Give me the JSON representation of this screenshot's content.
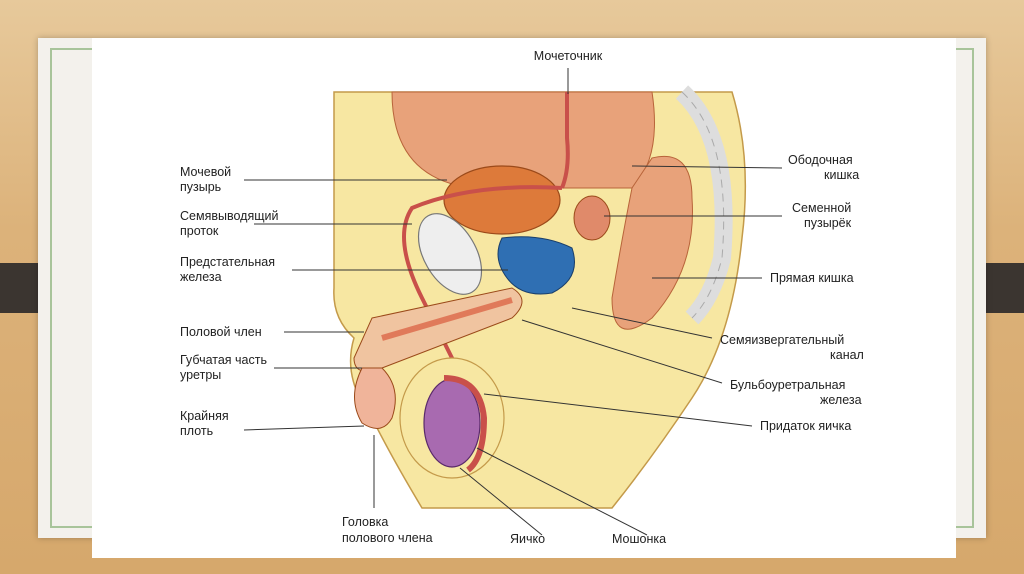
{
  "labels": {
    "ureter": "Мочеточник",
    "bladder_1": "Мочевой",
    "bladder_2": "пузырь",
    "vas_1": "Семявыводящий",
    "vas_2": "проток",
    "prostate_1": "Предстательная",
    "prostate_2": "железа",
    "penis": "Половой член",
    "spongy_1": "Губчатая часть",
    "spongy_2": "уретры",
    "foreskin_1": "Крайняя",
    "foreskin_2": "плоть",
    "glans_1": "Головка",
    "glans_2": "полового члена",
    "testis": "Яичко",
    "scrotum": "Мошонка",
    "colon_1": "Ободочная",
    "colon_2": "кишка",
    "vesicle_1": "Семенной",
    "vesicle_2": "пузырёк",
    "rectum": "Прямая кишка",
    "ejac_1": "Семяизвергательный",
    "ejac_2": "канал",
    "bulbo_1": "Бульбоуретральная",
    "bulbo_2": "железа",
    "epididymis": "Придаток яичка"
  },
  "colors": {
    "background": "#dcb27a",
    "slide": "#f3f1ec",
    "frame": "#a8c49a",
    "body_fill": "#f7e7a2",
    "organ_tan": "#e8a27a",
    "bladder": "#dd7a3a",
    "prostate": "#2f6fb3",
    "vessel": "#c9504a",
    "testis": "#a86ab0",
    "bone": "#e9e9e9"
  }
}
